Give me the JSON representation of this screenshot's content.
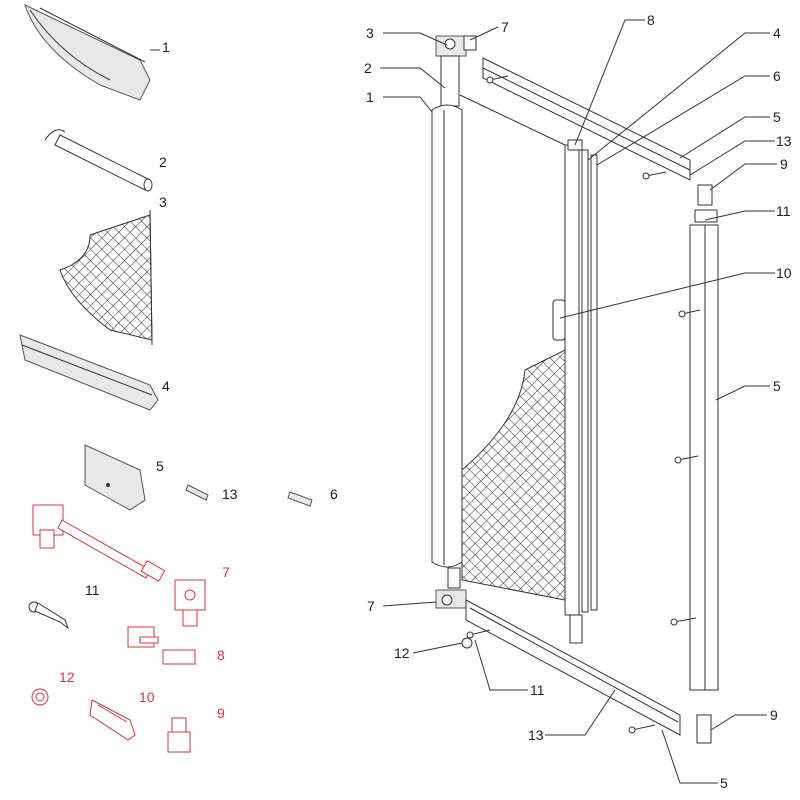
{
  "title": "Exploded view of sliding mesh screen door",
  "colors": {
    "ink": "#222222",
    "accessory": "#e0303a"
  },
  "parts_legend": {
    "p1": "1",
    "p2": "2",
    "p3": "3",
    "p4": "4",
    "p5": "5",
    "p13": "13",
    "p6": "6",
    "p7": "7",
    "p11": "11",
    "p8": "8",
    "p12": "12",
    "p10": "10",
    "p9": "9"
  },
  "assembly_callouts": {
    "c3": "3",
    "c7top": "7",
    "c8": "8",
    "c4": "4",
    "c2": "2",
    "c1": "1",
    "c6": "6",
    "c5top": "5",
    "c13top": "13",
    "c9top": "9",
    "c11top": "11",
    "c10": "10",
    "c5mid": "5",
    "c7bot": "7",
    "c12": "12",
    "c11bot": "11",
    "c13bot": "13",
    "c9bot": "9",
    "c5bot": "5"
  }
}
